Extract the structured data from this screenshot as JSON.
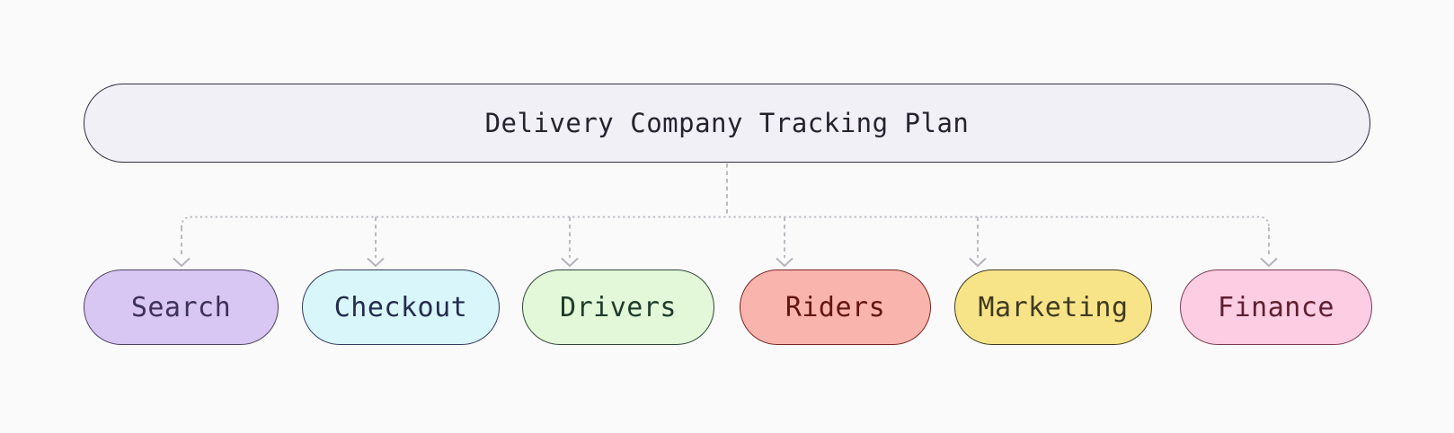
{
  "title": "Delivery Company Tracking Plan",
  "root": {
    "label": "Delivery Company Tracking Plan",
    "fill": "#f2f0f7",
    "border": "#312e3f",
    "text_color": "#26232e"
  },
  "children": [
    {
      "label": "Search",
      "fill": "#d8c6f3",
      "border": "#4d4163",
      "text_color": "#3c3156"
    },
    {
      "label": "Checkout",
      "fill": "#d9f6fa",
      "border": "#333b5e",
      "text_color": "#232c4e"
    },
    {
      "label": "Drivers",
      "fill": "#e3f8d8",
      "border": "#2f4639",
      "text_color": "#203c2b"
    },
    {
      "label": "Riders",
      "fill": "#fab4ae",
      "border": "#7c2420",
      "text_color": "#621511"
    },
    {
      "label": "Marketing",
      "fill": "#f8e488",
      "border": "#3f3b24",
      "text_color": "#403a20"
    },
    {
      "label": "Finance",
      "fill": "#fdcde4",
      "border": "#7a3b52",
      "text_color": "#5e2030"
    }
  ],
  "theme": {
    "background": "#fafafa",
    "connector_color": "#b5b3bd"
  }
}
